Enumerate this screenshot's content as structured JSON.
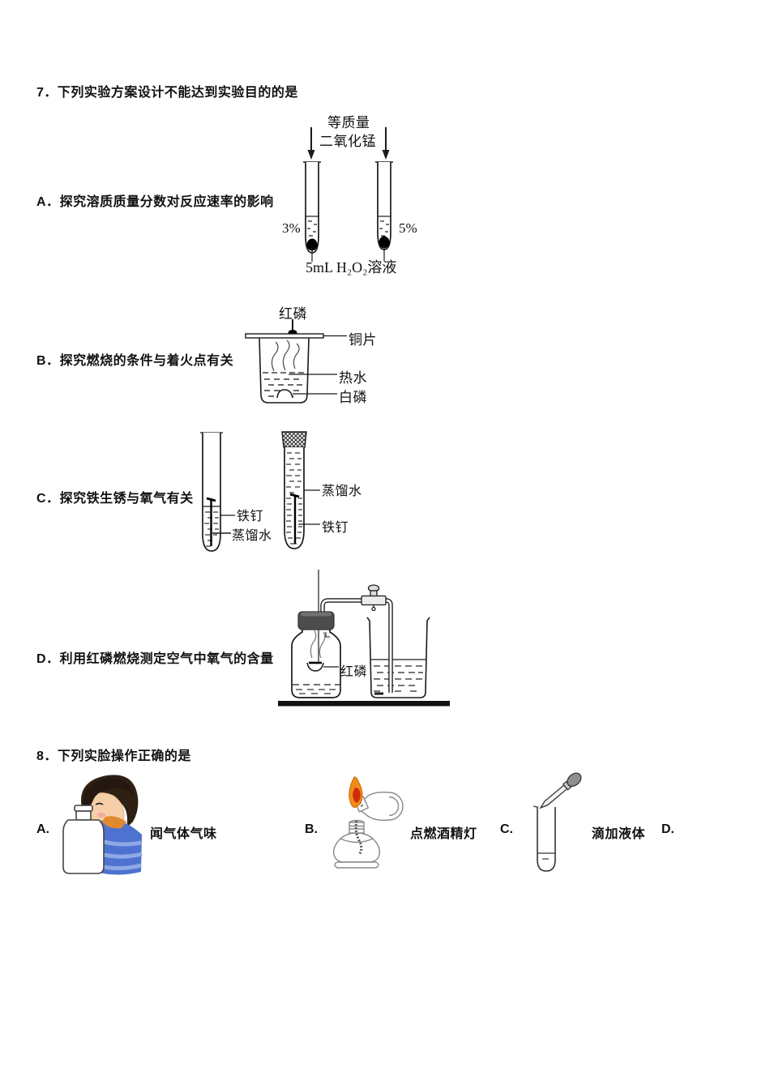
{
  "q7": {
    "number": "7．",
    "title": "下列实验方案设计不能达到实验目的的是",
    "optionA": {
      "label": "A．",
      "text": "探究溶质质量分数对反应速率的影响"
    },
    "optionB": {
      "label": "B．",
      "text": "探究燃烧的条件与着火点有关"
    },
    "optionC": {
      "label": "C．",
      "text": "探究铁生锈与氧气有关"
    },
    "optionD": {
      "label": "D．",
      "text": "利用红磷燃烧测定空气中氧气的含量"
    },
    "diagramA": {
      "equal_mass": "等质量",
      "manganese_dioxide": "二氧化锰",
      "left_concentration": "3%",
      "right_concentration": "5%",
      "solution_label": "5mL H₂O₂溶液"
    },
    "diagramB": {
      "red_phosphorus": "红磷",
      "copper_sheet": "铜片",
      "hot_water": "热水",
      "white_phosphorus": "白磷"
    },
    "diagramC": {
      "left_nail": "铁钉",
      "left_water": "蒸馏水",
      "right_water": "蒸馏水",
      "right_nail": "铁钉"
    },
    "diagramD": {
      "red_phosphorus": "红磷"
    }
  },
  "q8": {
    "number": "8．",
    "title": "下列实脸操作正确的是",
    "optionA": {
      "label": "A.",
      "caption": "闻气体气味"
    },
    "optionB": {
      "label": "B.",
      "caption": "点燃酒精灯"
    },
    "optionC": {
      "label": "C.",
      "caption": "滴加液体"
    },
    "optionD": {
      "label": "D.",
      "caption": ""
    }
  },
  "colors": {
    "ink": "#1a1a1a",
    "stopper_gray": "#4d4d4d",
    "flame_orange": "#f08c1c",
    "flame_red": "#cf2b06",
    "shirt_blue": "#4d72cf",
    "collar_orange": "#e08a2e",
    "hair_brown": "#2e2013",
    "skin": "#f6cfa8"
  }
}
